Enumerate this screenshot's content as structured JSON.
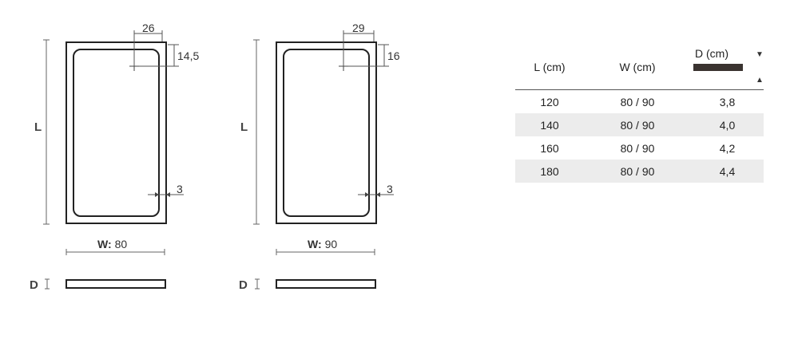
{
  "diagram_left": {
    "top_dim": "26",
    "side_dim": "14,5",
    "corner_dim": "3",
    "length_label": "L",
    "width_prefix": "W:",
    "width_value": "80",
    "depth_label": "D"
  },
  "diagram_right": {
    "top_dim": "29",
    "side_dim": "16",
    "corner_dim": "3",
    "length_label": "L",
    "width_prefix": "W:",
    "width_value": "90",
    "depth_label": "D"
  },
  "table": {
    "headers": {
      "length": "L (cm)",
      "width": "W (cm)",
      "depth": "D (cm)"
    },
    "rows": [
      {
        "length": "120",
        "width": "80 / 90",
        "depth": "3,8"
      },
      {
        "length": "140",
        "width": "80 / 90",
        "depth": "4,0"
      },
      {
        "length": "160",
        "width": "80 / 90",
        "depth": "4,2"
      },
      {
        "length": "180",
        "width": "80 / 90",
        "depth": "4,4"
      }
    ]
  },
  "colors": {
    "tray_outline": "#222222",
    "dimension_line": "#555555",
    "stripe": "#ececec",
    "depth_bar": "#3a3330"
  }
}
